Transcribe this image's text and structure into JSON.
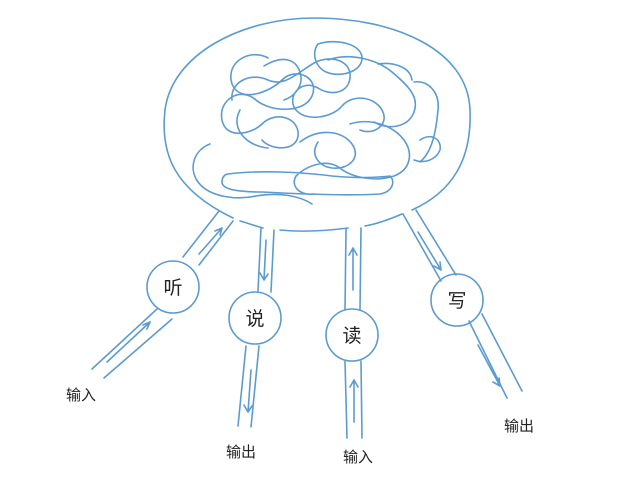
{
  "colors": {
    "stroke": "#5b9bd0",
    "text": "#222222",
    "background": "#ffffff"
  },
  "nodes": {
    "listen": "听",
    "speak": "说",
    "read": "读",
    "write": "写"
  },
  "labels": {
    "listen_io": "输入",
    "speak_io": "输出",
    "read_io": "输入",
    "write_io": "输出"
  }
}
